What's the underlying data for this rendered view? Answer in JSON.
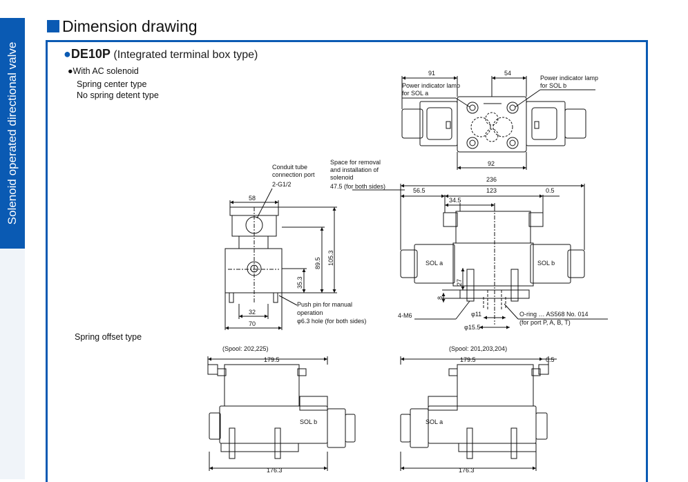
{
  "sidebar": {
    "label": "Solenoid operated directional valve",
    "color": "#0a5ab3"
  },
  "header": {
    "title": "Dimension drawing"
  },
  "model": {
    "name": "DE10P",
    "description": "(Integrated terminal box type)"
  },
  "notes": {
    "ac": "●With AC solenoid",
    "spring_center": "Spring center type",
    "no_detent": "No spring detent type",
    "spring_offset": "Spring offset type"
  },
  "top_view": {
    "dim_91": "91",
    "dim_54": "54",
    "dim_92": "92",
    "lamp_a_1": "Power indicator lamp",
    "lamp_a_2": "for SOL a",
    "lamp_b_1": "Power indicator lamp",
    "lamp_b_2": "for SOL b"
  },
  "side_view": {
    "conduit_1": "Conduit tube",
    "conduit_2": "connection port",
    "conduit_3": "2-G1/2",
    "dim_58": "58",
    "dim_1053": "105.3",
    "dim_895": "89.5",
    "dim_353": "35.3",
    "dim_32": "32",
    "dim_70": "70",
    "push_1": "Push pin for manual",
    "push_2": "operation",
    "push_3": "φ6.3 hole (for both sides)"
  },
  "front_view": {
    "space_1": "Space for removal",
    "space_2": "and installation of",
    "space_3": "solenoid",
    "space_4": "47.5 (for both sides)",
    "dim_236": "236",
    "dim_565": "56.5",
    "dim_123": "123",
    "dim_05": "0.5",
    "dim_345": "34.5",
    "sol_a": "SOL a",
    "sol_b": "SOL b",
    "dim_27": "27",
    "dim_8": "8",
    "bolt": "4-M6",
    "dim_11": "φ11",
    "dim_155": "φ15.5",
    "oring_1": "O-ring … AS568 No. 014",
    "oring_2": "(for port P, A, B, T)"
  },
  "offset_left": {
    "spool": "(Spool: 202,225)",
    "dim_top": "179.5",
    "dim_bottom": "176.3",
    "sol": "SOL b"
  },
  "offset_right": {
    "spool": "(Spool: 201,203,204)",
    "dim_top": "179.5",
    "dim_05": "0.5",
    "dim_bottom": "176.3",
    "sol": "SOL a"
  }
}
